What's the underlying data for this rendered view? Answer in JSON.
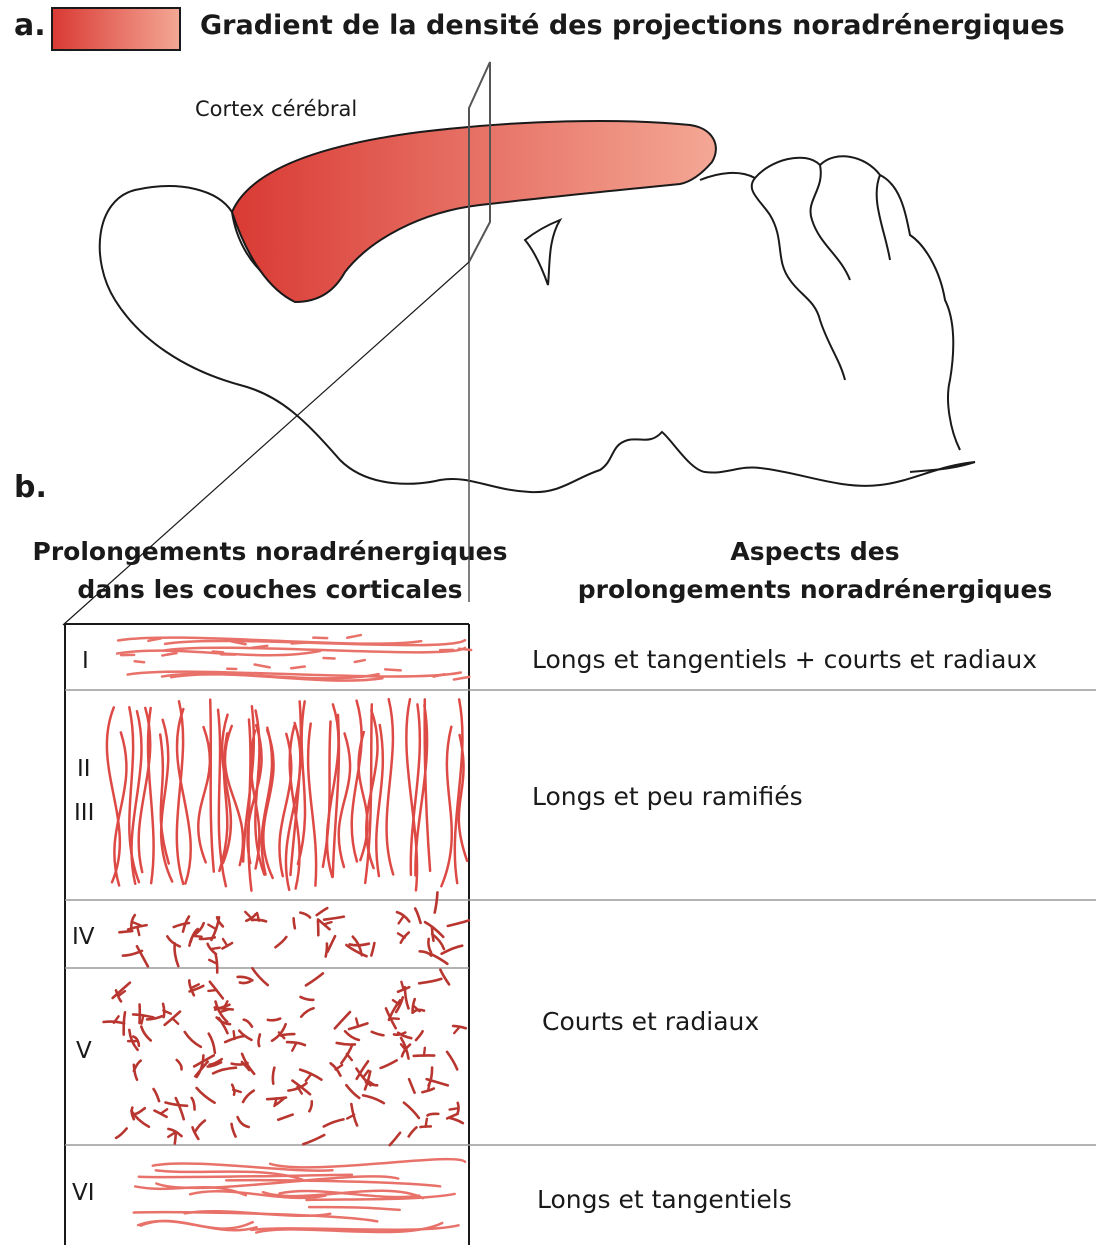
{
  "panel_labels": {
    "a": "a.",
    "b": "b."
  },
  "legend": {
    "title": "Gradient de la densité des projections noradrénergiques",
    "gradient_start_color": "#d93a34",
    "gradient_end_color": "#f4a795"
  },
  "brain": {
    "cortex_label": "Cortex cérébral"
  },
  "columns": {
    "left_header_line1": "Prolongements noradrénergiques",
    "left_header_line2": "dans les couches corticales",
    "right_header_line1": "Aspects des",
    "right_header_line2": "prolongements noradrénergiques"
  },
  "layers": [
    {
      "label": "I",
      "aspect": "Longs et tangentiels + courts et radiaux"
    },
    {
      "label": "II",
      "aspect": ""
    },
    {
      "label": "III",
      "aspect": "Longs et peu ramifiés"
    },
    {
      "label": "IV",
      "aspect": ""
    },
    {
      "label": "V",
      "aspect": "Courts et radiaux"
    },
    {
      "label": "VI",
      "aspect": "Longs et tangentiels"
    }
  ],
  "colors": {
    "fiber": "#dd4a45",
    "fiber_dark": "#b8362f",
    "outline": "#1a1a1a",
    "separator": "#9a9a9a"
  }
}
